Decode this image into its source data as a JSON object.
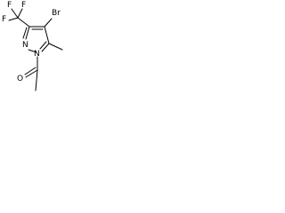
{
  "molecule": {
    "atoms": {
      "f_top_left": "F",
      "f_top_mid": "F",
      "f_left": "F",
      "bromine": "Br",
      "n_ring_upper": "N",
      "n_ring_lower": "N",
      "carbonyl_oxygen": "O"
    },
    "line_color": "#000000",
    "background_color": "#ffffff"
  }
}
